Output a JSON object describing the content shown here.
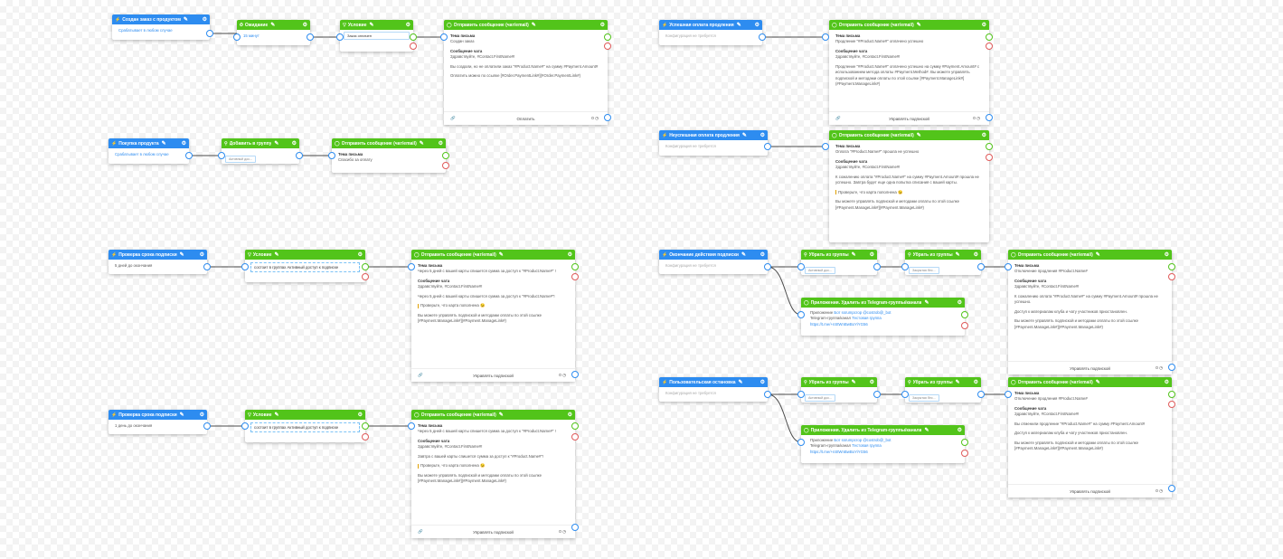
{
  "canvas": {
    "nodes": {
      "n1": {
        "title": "Создан заказ с продуктом",
        "text": "Срабатывает в любом случае"
      },
      "n2": {
        "title": "Ожидание",
        "text": "15 минут"
      },
      "n3": {
        "title": "Условие",
        "text": "Заказ оплачен"
      },
      "n4": {
        "title": "Отправить сообщение (чат/email)",
        "l1": "Тема письма",
        "t1": "Создан заказ",
        "l2": "Сообщение чата",
        "t2": "Здравствуйте, #Contact.FirstName#!",
        "t3": "Вы создали, но не оплатили заказ \"#Product.Name#\" на сумму #Payment.Amount#",
        "t4": "Оплатить можно по ссылке [#Order.PaymentLink#](#Order.PaymentLink#)",
        "footer": "Оплатить",
        "count": "0"
      },
      "n5": {
        "title": "Покупка продукта",
        "text": "Срабатывает в любом случае"
      },
      "n6": {
        "title": "Добавить в группу",
        "tag": "Активный дос..."
      },
      "n7": {
        "title": "Отправить сообщение (чат/email)",
        "l1": "Тема письма",
        "t1": "Спасибо за оплату"
      },
      "n8": {
        "title": "Проверка срока подписки",
        "text": "5 дней до окончания"
      },
      "n9": {
        "title": "Условие",
        "cond": "состоит в группах Активный доступ к подписке"
      },
      "n10": {
        "title": "Отправить сообщение (чат/email)",
        "l1": "Тема письма",
        "t1": "Через 5 дней с вашей карты спишется сумма за доступ к \"#Product.Name#\" !",
        "l2": "Сообщение чата",
        "t2": "Здравствуйте, #Contact.FirstName#!",
        "t3": "Через 5 дней с вашей карты спишется сумма за доступ к \"#Product.Name#\"!",
        "t4": "Проверьте, что карта пополнена 😉",
        "t5": "Вы можете управлять подпиской и методами оплаты по этой ссылке [#Payment.ManageLink#](#Payment.ManageLink#)",
        "footer": "Управлять подпиской",
        "count": "0"
      },
      "n11": {
        "title": "Проверка срока подписки",
        "text": "1 день до окончания"
      },
      "n12": {
        "title": "Условие",
        "cond": "состоит в группах Активный доступ к подписке"
      },
      "n13": {
        "title": "Отправить сообщение (чат/email)",
        "l1": "Тема письма",
        "t1": "Через 5 дней с вашей карты спишется сумма за доступ к \"#Product.Name#\" !",
        "l2": "Сообщение чата",
        "t2": "Здравствуйте, #Contact.FirstName#!",
        "t3": "Завтра с вашей карты спишется сумма за доступ к \"#Product.Name#\"!",
        "t4": "Проверьте, что карта пополнена 😉",
        "t5": "Вы можете управлять подпиской и методами оплаты по этой ссылке [#Payment.ManageLink#](#Payment.ManageLink#)",
        "footer": "Управлять подпиской",
        "count": "0"
      },
      "n14": {
        "title": "Успешная оплата продления",
        "text": "Конфигурация не требуется"
      },
      "n15": {
        "title": "Отправить сообщение (чат/email)",
        "l1": "Тема письма",
        "t1": "Продление \"#Product.Name#\" оплачено успешно",
        "l2": "Сообщение чата",
        "t2": "Здравствуйте, #Contact.FirstName#!",
        "t3": "Продление \"#Product.Name#\" оплачено успешно на сумму #Payment.Amount# с использованием метода оплаты #Payment.Method#. Вы можете управлять подпиской и методами оплаты по этой ссылке [#Payment.ManageLink#](#Payment.ManageLink#)",
        "footer": "Управлять подпиской",
        "count": "0"
      },
      "n16": {
        "title": "Неуспешная оплата продления",
        "text": "Конфигурация не требуется"
      },
      "n17": {
        "title": "Отправить сообщение (чат/email)",
        "l1": "Тема письма",
        "t1": "Оплата \"#Product.Name#\" прошла не успешно",
        "l2": "Сообщение чата",
        "t2": "Здравствуйте, #Contact.FirstName#!",
        "t3": "К сожалению оплата \"#Product.Name#\" на сумму #Payment.Amount# прошла не успешно. Завтра будет еще одна попытка списания с вашей карты.",
        "t4": "Проверьте, что карта пополнена 😉",
        "t5": "Вы можете управлять подпиской и методами оплаты по этой ссылке [#Payment.ManageLink#](#Payment.ManageLink#)"
      },
      "n18": {
        "title": "Окончание действия подписки",
        "text": "Конфигурация не требуется"
      },
      "n19": {
        "title": "Убрать из группы",
        "tag": "Активный дос..."
      },
      "n20": {
        "title": "Убрать из группы",
        "tag": "Закрытая бес..."
      },
      "n21": {
        "title": "Отправить сообщение (чат/email)",
        "l1": "Тема письма",
        "t1": "Отключение продления #Product.Name#",
        "l2": "Сообщение чата",
        "t2": "Здравствуйте, #Contact.FirstName#!",
        "t3": "К сожалению оплата \"#Product.Name#\" на сумму #Payment.Amount# прошла не успешно.",
        "t4": "Доступ к материалам клуба и чату участников приостановлен.",
        "t5": "Вы можете управлять подпиской и методами оплаты по этой ссылке [#Payment.ManageLink#](#Payment.ManageLink#)",
        "footer": "Управлять подпиской",
        "count": "0"
      },
      "n22": {
        "title": "Приложения. Удалить из Telegram-группы/канала",
        "a": "Приложение",
        "av": "Бот ssrumpcrop @costrob@_bot",
        "b": "Telegram-группа/канал",
        "bv": "Тестовая группа",
        "c": "https://t.me/+nStWnBwBoYiYG56"
      },
      "n23": {
        "title": "Пользовательская остановка",
        "text": "Конфигурация не требуется"
      },
      "n24": {
        "title": "Убрать из группы",
        "tag": "Активный дос..."
      },
      "n25": {
        "title": "Убрать из группы",
        "tag": "Закрытая бес..."
      },
      "n26": {
        "title": "Отправить сообщение (чат/email)",
        "l1": "Тема письма",
        "t1": "Отключение продления #Product.Name#",
        "l2": "Сообщение чата",
        "t2": "Здравствуйте, #Contact.FirstName#!",
        "t3": "Вы отменили продление \"#Product.Name#\" на сумму #Payment.Amount#",
        "t4": "Доступ к материалам клуба и чату участников приостановлен.",
        "t5": "Вы можете управлять подпиской и методами оплаты по этой ссылке [#Payment.ManageLink#](#Payment.ManageLink#)",
        "footer": "Управлять подпиской",
        "count": "0"
      },
      "n27": {
        "title": "Приложения. Удалить из Telegram-группы/канала",
        "a": "Приложение",
        "av": "Бот ssrumpcrop @costrob@_bot",
        "b": "Telegram-группа/канал",
        "bv": "Тестовая группа",
        "c": "https://t.me/+nStWnBwBoYiYG56"
      }
    }
  },
  "colors": {
    "trigger": "#2d8cf0",
    "action": "#52c41a",
    "yes": "#52c41a",
    "no": "#e05a5a",
    "wire": "#4a4a4a"
  },
  "icons": {
    "trigger": "lightning-icon",
    "action": "message-icon",
    "edit": "pencil-icon",
    "settings": "gear-icon",
    "footer": "link-icon",
    "footer_count": "clock-icon"
  }
}
